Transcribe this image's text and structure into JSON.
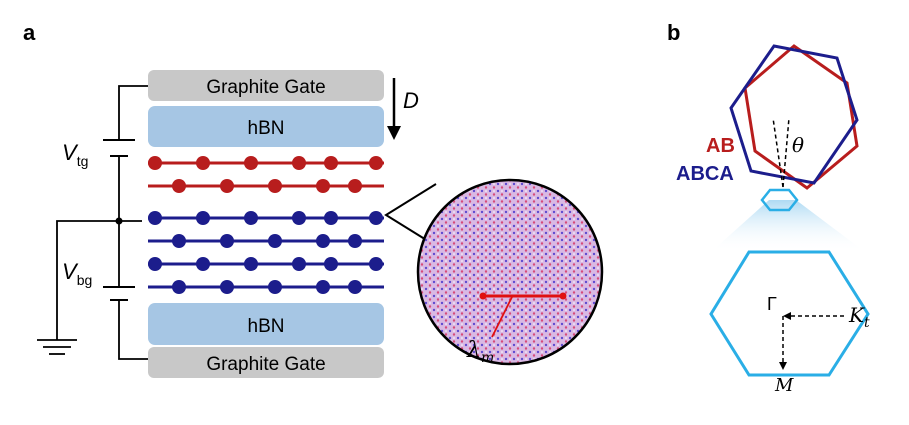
{
  "panel_a": {
    "label": "a",
    "top_gate": "Graphite Gate",
    "bottom_gate": "Graphite Gate",
    "top_hbn": "hBN",
    "bottom_hbn": "hBN",
    "field_label": "D",
    "v_top": {
      "main": "V",
      "sub": "tg"
    },
    "v_bottom": {
      "main": "V",
      "sub": "bg"
    },
    "moire_label": {
      "main": "λ",
      "sub": "m"
    }
  },
  "panel_b": {
    "label": "b",
    "legend_ab": "AB",
    "legend_abca": "ABCA",
    "theta": "θ",
    "gamma": "Γ",
    "k_point": {
      "main": "K",
      "sub": "t"
    },
    "m_point": "M"
  },
  "colors": {
    "red": "#b81d1d",
    "navy": "#1c1d8c",
    "hbn": "#a6c6e4",
    "gate": "#c8c8c8",
    "cyan": "#2aaee6"
  }
}
